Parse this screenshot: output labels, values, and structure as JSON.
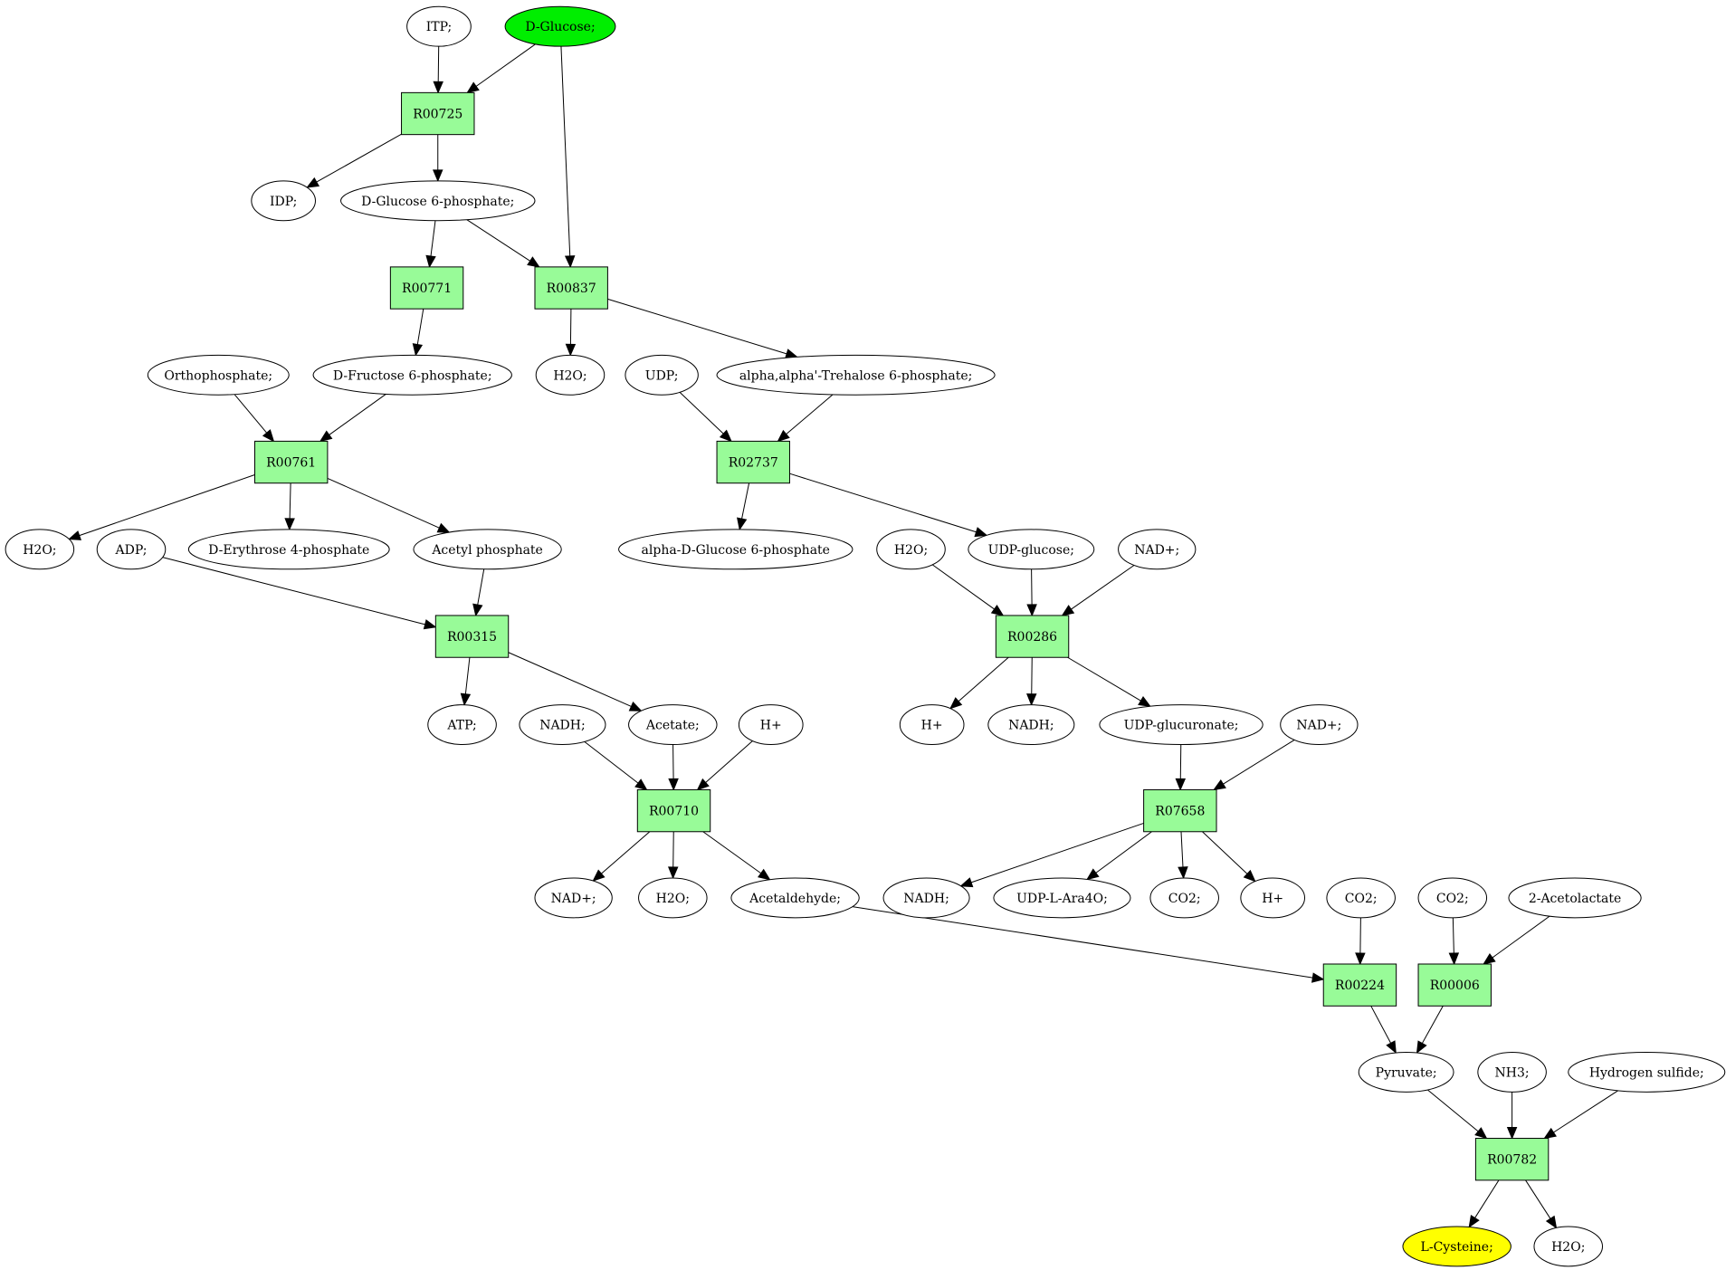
{
  "diagram": {
    "compounds": [
      {
        "id": "c_itp",
        "label": "ITP;"
      },
      {
        "id": "c_glucose",
        "label": "D-Glucose;",
        "role": "start"
      },
      {
        "id": "c_idp",
        "label": "IDP;"
      },
      {
        "id": "c_g6p",
        "label": "D-Glucose 6-phosphate;"
      },
      {
        "id": "c_orthophosphate",
        "label": "Orthophosphate;"
      },
      {
        "id": "c_f6p",
        "label": "D-Fructose 6-phosphate;"
      },
      {
        "id": "c_h2o_a",
        "label": "H2O;"
      },
      {
        "id": "c_udp",
        "label": "UDP;"
      },
      {
        "id": "c_t6p",
        "label": "alpha,alpha'-Trehalose 6-phosphate;"
      },
      {
        "id": "c_h2o_b",
        "label": "H2O;"
      },
      {
        "id": "c_adp",
        "label": "ADP;"
      },
      {
        "id": "c_e4p",
        "label": "D-Erythrose 4-phosphate"
      },
      {
        "id": "c_acetylp",
        "label": "Acetyl phosphate"
      },
      {
        "id": "c_ag6p",
        "label": "alpha-D-Glucose 6-phosphate"
      },
      {
        "id": "c_h2o_c",
        "label": "H2O;"
      },
      {
        "id": "c_udpglc",
        "label": "UDP-glucose;"
      },
      {
        "id": "c_nad_a",
        "label": "NAD+;"
      },
      {
        "id": "c_atp",
        "label": "ATP;"
      },
      {
        "id": "c_nadh_a",
        "label": "NADH;"
      },
      {
        "id": "c_acetate",
        "label": "Acetate;"
      },
      {
        "id": "c_h_a",
        "label": "H+"
      },
      {
        "id": "c_h_b",
        "label": "H+"
      },
      {
        "id": "c_nadh_b",
        "label": "NADH;"
      },
      {
        "id": "c_udpglcA",
        "label": "UDP-glucuronate;"
      },
      {
        "id": "c_nad_b",
        "label": "NAD+;"
      },
      {
        "id": "c_nad_c",
        "label": "NAD+;"
      },
      {
        "id": "c_h2o_d",
        "label": "H2O;"
      },
      {
        "id": "c_acetaldehyde",
        "label": "Acetaldehyde;"
      },
      {
        "id": "c_nadh_c",
        "label": "NADH;"
      },
      {
        "id": "c_udpara",
        "label": "UDP-L-Ara4O;"
      },
      {
        "id": "c_co2_a",
        "label": "CO2;"
      },
      {
        "id": "c_h_c",
        "label": "H+"
      },
      {
        "id": "c_co2_b",
        "label": "CO2;"
      },
      {
        "id": "c_co2_c",
        "label": "CO2;"
      },
      {
        "id": "c_acetolactate",
        "label": "2-Acetolactate"
      },
      {
        "id": "c_pyruvate",
        "label": "Pyruvate;"
      },
      {
        "id": "c_nh3",
        "label": "NH3;"
      },
      {
        "id": "c_h2s",
        "label": "Hydrogen sulfide;"
      },
      {
        "id": "c_cysteine",
        "label": "L-Cysteine;",
        "role": "target"
      },
      {
        "id": "c_h2o_e",
        "label": "H2O;"
      }
    ],
    "reactions": [
      {
        "id": "r_00725",
        "label": "R00725"
      },
      {
        "id": "r_00771",
        "label": "R00771"
      },
      {
        "id": "r_00837",
        "label": "R00837"
      },
      {
        "id": "r_00761",
        "label": "R00761"
      },
      {
        "id": "r_02737",
        "label": "R02737"
      },
      {
        "id": "r_00315",
        "label": "R00315"
      },
      {
        "id": "r_00286",
        "label": "R00286"
      },
      {
        "id": "r_00710",
        "label": "R00710"
      },
      {
        "id": "r_07658",
        "label": "R07658"
      },
      {
        "id": "r_00224",
        "label": "R00224"
      },
      {
        "id": "r_00006",
        "label": "R00006"
      },
      {
        "id": "r_00782",
        "label": "R00782"
      }
    ],
    "edges": [
      [
        "c_itp",
        "r_00725"
      ],
      [
        "c_glucose",
        "r_00725"
      ],
      [
        "c_glucose",
        "r_00837"
      ],
      [
        "r_00725",
        "c_idp"
      ],
      [
        "r_00725",
        "c_g6p"
      ],
      [
        "c_g6p",
        "r_00771"
      ],
      [
        "c_g6p",
        "r_00837"
      ],
      [
        "r_00771",
        "c_f6p"
      ],
      [
        "r_00837",
        "c_h2o_b"
      ],
      [
        "r_00837",
        "c_t6p"
      ],
      [
        "c_orthophosphate",
        "r_00761"
      ],
      [
        "c_f6p",
        "r_00761"
      ],
      [
        "c_udp",
        "r_02737"
      ],
      [
        "c_t6p",
        "r_02737"
      ],
      [
        "r_00761",
        "c_h2o_a"
      ],
      [
        "r_00761",
        "c_e4p"
      ],
      [
        "r_00761",
        "c_acetylp"
      ],
      [
        "r_02737",
        "c_ag6p"
      ],
      [
        "r_02737",
        "c_udpglc"
      ],
      [
        "c_adp",
        "r_00315"
      ],
      [
        "c_acetylp",
        "r_00315"
      ],
      [
        "c_h2o_c",
        "r_00286"
      ],
      [
        "c_udpglc",
        "r_00286"
      ],
      [
        "c_nad_a",
        "r_00286"
      ],
      [
        "r_00315",
        "c_atp"
      ],
      [
        "r_00315",
        "c_acetate"
      ],
      [
        "r_00286",
        "c_h_b"
      ],
      [
        "r_00286",
        "c_nadh_b"
      ],
      [
        "r_00286",
        "c_udpglcA"
      ],
      [
        "c_nadh_a",
        "r_00710"
      ],
      [
        "c_acetate",
        "r_00710"
      ],
      [
        "c_h_a",
        "r_00710"
      ],
      [
        "c_udpglcA",
        "r_07658"
      ],
      [
        "c_nad_b",
        "r_07658"
      ],
      [
        "r_00710",
        "c_nad_c"
      ],
      [
        "r_00710",
        "c_h2o_d"
      ],
      [
        "r_00710",
        "c_acetaldehyde"
      ],
      [
        "r_07658",
        "c_nadh_c"
      ],
      [
        "r_07658",
        "c_udpara"
      ],
      [
        "r_07658",
        "c_co2_a"
      ],
      [
        "r_07658",
        "c_h_c"
      ],
      [
        "c_acetaldehyde",
        "r_00224"
      ],
      [
        "c_co2_b",
        "r_00224"
      ],
      [
        "c_co2_c",
        "r_00006"
      ],
      [
        "c_acetolactate",
        "r_00006"
      ],
      [
        "r_00224",
        "c_pyruvate"
      ],
      [
        "r_00006",
        "c_pyruvate"
      ],
      [
        "c_pyruvate",
        "r_00782"
      ],
      [
        "c_nh3",
        "r_00782"
      ],
      [
        "c_h2s",
        "r_00782"
      ],
      [
        "r_00782",
        "c_cysteine"
      ],
      [
        "r_00782",
        "c_h2o_e"
      ]
    ]
  }
}
